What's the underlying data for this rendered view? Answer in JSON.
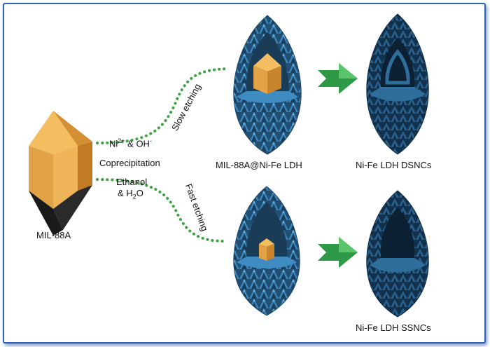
{
  "labels": {
    "precursor": "MIL-88A",
    "reagent_ni": "Ni",
    "reagent_ni_sup": "2+",
    "reagent_join": " & OH",
    "reagent_oh_sup": "-",
    "method": "Coprecipitation",
    "solvent_line1": "Ethanol",
    "solvent_line2_pre": "& H",
    "solvent_line2_sub": "2",
    "solvent_line2_post": "O",
    "slow_path": "Slow etching",
    "fast_path": "Fast etching",
    "intermediate": "MIL-88A@Ni-Fe LDH",
    "product_dsnc": "Ni-Fe LDH DSNCs",
    "product_ssnc": "Ni-Fe LDH SSNCs"
  },
  "colors": {
    "frame": "#2d63b7",
    "mof_gold": "#e9a446",
    "ldh_blue": "#2f6e9a",
    "arrow_green": "#2e9a47",
    "dotted_green": "#3aa33f"
  }
}
